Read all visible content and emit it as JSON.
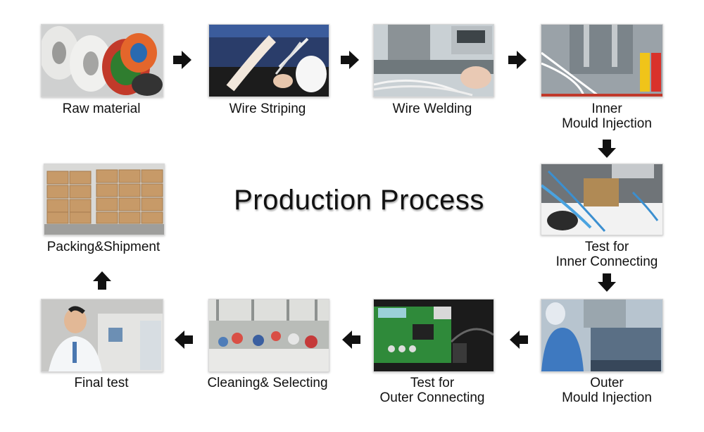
{
  "title": "Production Process",
  "steps": [
    {
      "id": "raw-material",
      "lines": [
        "Raw material"
      ]
    },
    {
      "id": "wire-striping",
      "lines": [
        "Wire Striping"
      ]
    },
    {
      "id": "wire-welding",
      "lines": [
        "Wire Welding"
      ]
    },
    {
      "id": "inner-mould-injection",
      "lines": [
        "Inner",
        "Mould Injection"
      ]
    },
    {
      "id": "test-inner-connecting",
      "lines": [
        "Test for",
        "Inner Connecting"
      ]
    },
    {
      "id": "outer-mould-injection",
      "lines": [
        "Outer",
        "Mould Injection"
      ]
    },
    {
      "id": "test-outer-connecting",
      "lines": [
        "Test for",
        "Outer Connecting"
      ]
    },
    {
      "id": "cleaning-selecting",
      "lines": [
        "Cleaning& Selecting"
      ]
    },
    {
      "id": "final-test",
      "lines": [
        "Final test"
      ]
    },
    {
      "id": "packing-shipment",
      "lines": [
        "Packing&Shipment"
      ]
    }
  ],
  "colors": {
    "arrow": "#111111",
    "text": "#111111"
  }
}
